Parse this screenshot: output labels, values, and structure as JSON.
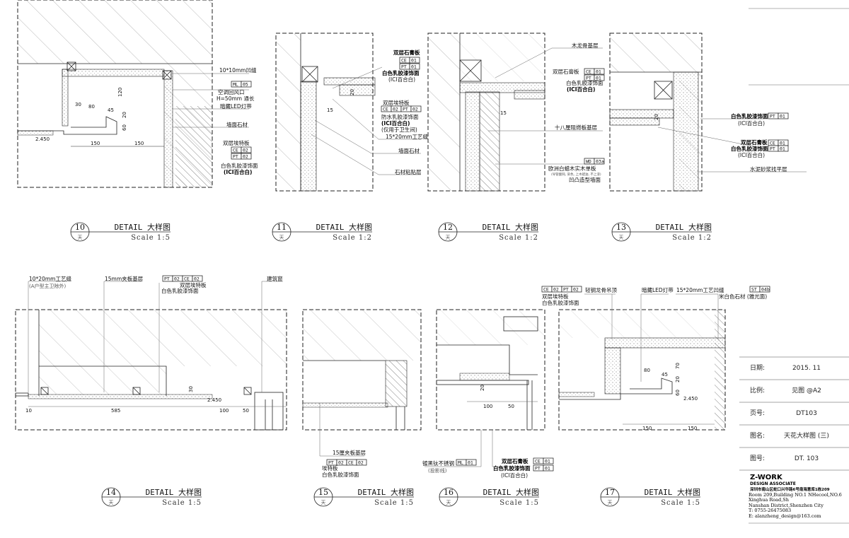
{
  "details": [
    {
      "number": "10",
      "sub": "天",
      "title": "DETAIL 大样图",
      "scale": "Scale 1:5"
    },
    {
      "number": "11",
      "sub": "天",
      "title": "DETAIL 大样图",
      "scale": "Scale 1:2"
    },
    {
      "number": "12",
      "sub": "天",
      "title": "DETAIL 大样图",
      "scale": "Scale 1:2"
    },
    {
      "number": "13",
      "sub": "天",
      "title": "DETAIL 大样图",
      "scale": "Scale 1:2"
    },
    {
      "number": "14",
      "sub": "天",
      "title": "DETAIL 大样图",
      "scale": "Scale 1:5"
    },
    {
      "number": "15",
      "sub": "天",
      "title": "DETAIL 大样图",
      "scale": "Scale 1:5"
    },
    {
      "number": "16",
      "sub": "天",
      "title": "DETAIL 大样图",
      "scale": "Scale 1:5"
    },
    {
      "number": "17",
      "sub": "天",
      "title": "DETAIL 大样图",
      "scale": "Scale 1:5"
    }
  ],
  "d10": {
    "groove": "10*10mm凹缝",
    "tag_ml": [
      "ML",
      "05"
    ],
    "vent": "空调回风口",
    "vent_size": "H=50mm 通长",
    "led": "暗藏LED灯带",
    "stone": "墙面石材",
    "board": "双层埃特板",
    "tag_ce": [
      "CE",
      "02"
    ],
    "tag_pt": [
      "PT",
      "02"
    ],
    "paint": "白色乳胶漆饰面",
    "paint_brand": "(ICI百合白)",
    "dims": [
      "120",
      "30",
      "80",
      "45",
      "20",
      "60",
      "150",
      "150",
      "2.450"
    ]
  },
  "d11": {
    "gypsum": "双层石膏板",
    "tag_ce": [
      "CE",
      "01"
    ],
    "tag_pt": [
      "PT",
      "01"
    ],
    "paint": "白色乳胶漆饰面",
    "paint_brand": "(ICI百合白)",
    "board": "双层埃特板",
    "tags2": [
      "CE",
      "02",
      "PT",
      "02"
    ],
    "wp_paint": "防水乳胶漆饰面",
    "wp_brand": "(ICI百合白)",
    "wp_note": "(仅用于卫生间)",
    "joint": "15*20mm工艺缝",
    "stone": "墙面石材",
    "adhesive": "石材粘贴层",
    "dims": [
      "20",
      "15"
    ]
  },
  "d12": {
    "keel": "木龙骨基层",
    "gypsum": "双层石膏板",
    "tag_ce": [
      "CE",
      "01"
    ],
    "tag_pt": [
      "PT",
      "01"
    ],
    "paint": "白色乳胶漆饰面",
    "paint_brand": "(ICI百合白)",
    "plywood": "十八厘阻燃板基层",
    "tag_wd": [
      "WD",
      "03a"
    ],
    "veneer": "欧洲白蜡木实木单板",
    "veneer_note": "(导管酸钝, 染色, 上木蜡油, 不上漆)",
    "wall": "凹凸造型墙面",
    "dims": [
      "15"
    ]
  },
  "d13": {
    "paint": "白色乳胶漆饰面",
    "tag_pt": [
      "PT",
      "01"
    ],
    "paint_brand": "(ICI百合白)",
    "gypsum": "双层石膏板",
    "tag_ce": [
      "CE",
      "01"
    ],
    "paint2": "白色乳胶漆饰面",
    "tag_pt2": [
      "PT",
      "01"
    ],
    "paint_brand2": "(ICI百合白)",
    "mortar": "水泥砂浆找平层",
    "dims": [
      "20"
    ]
  },
  "d14": {
    "joint": "10*20mm工艺缝",
    "joint_note": "(A户型主卫除外)",
    "plywood": "15mm夹板基层",
    "tags": [
      "PT",
      "02",
      "CE",
      "02"
    ],
    "board": "双层埃特板",
    "paint": "白色乳胶漆饰面",
    "window": "建筑窗",
    "dims": [
      "10",
      "585",
      "30",
      "2.450",
      "100",
      "50"
    ]
  },
  "d15": {
    "plywood": "15厘夹板基层",
    "tags": [
      "PT",
      "02",
      "CE",
      "02"
    ],
    "board": "埃特板",
    "paint": "白色乳胶漆饰面"
  },
  "d16": {
    "steel": "镀黑钛不锈钢",
    "tag_ml": [
      "ML",
      "01"
    ],
    "steel_note": "(投影线)",
    "gypsum": "双层石膏板",
    "tag_ce": [
      "CE",
      "01"
    ],
    "paint": "白色乳胶漆饰面",
    "tag_pt": [
      "PT",
      "01"
    ],
    "paint_brand": "(ICI百合白)",
    "dims": [
      "20",
      "100",
      "50"
    ]
  },
  "d17": {
    "tags": [
      "CE",
      "02",
      "PT",
      "02"
    ],
    "board": "双层埃特板",
    "paint": "白色乳胶漆饰面",
    "keel": "轻钢龙骨吊顶",
    "led": "暗藏LED灯带",
    "groove": "15*20mm工艺凹缝",
    "tag_st": [
      "ST",
      "04b"
    ],
    "stone": "米白色石材 (雅光面)",
    "dims": [
      "80",
      "45",
      "20",
      "70",
      "60",
      "2.450",
      "150",
      "150"
    ]
  },
  "title_block": {
    "rows": [
      {
        "label": "日期:",
        "value": "2015. 11"
      },
      {
        "label": "比例:",
        "value": "见图 @A2"
      },
      {
        "label": "页号:",
        "value": "DT103"
      },
      {
        "label": "图名:",
        "value": "天花大样图 (三)"
      },
      {
        "label": "图号:",
        "value": "DT. 103"
      }
    ],
    "company": "Z-WORK",
    "company_sub": "DESIGN ASSOCIATE",
    "address_cn": "深圳市南山区蛇口兴华路6号南海意库1栋209",
    "address_en1": "Room 209,Building NO.1 NHecool,NO.6 Xinghua Road,Sh",
    "address_en2": "Nanshan District,Shenzhen City",
    "tel": "T: 0755-26475083",
    "email": "E: alanzheng_design@163.com"
  }
}
